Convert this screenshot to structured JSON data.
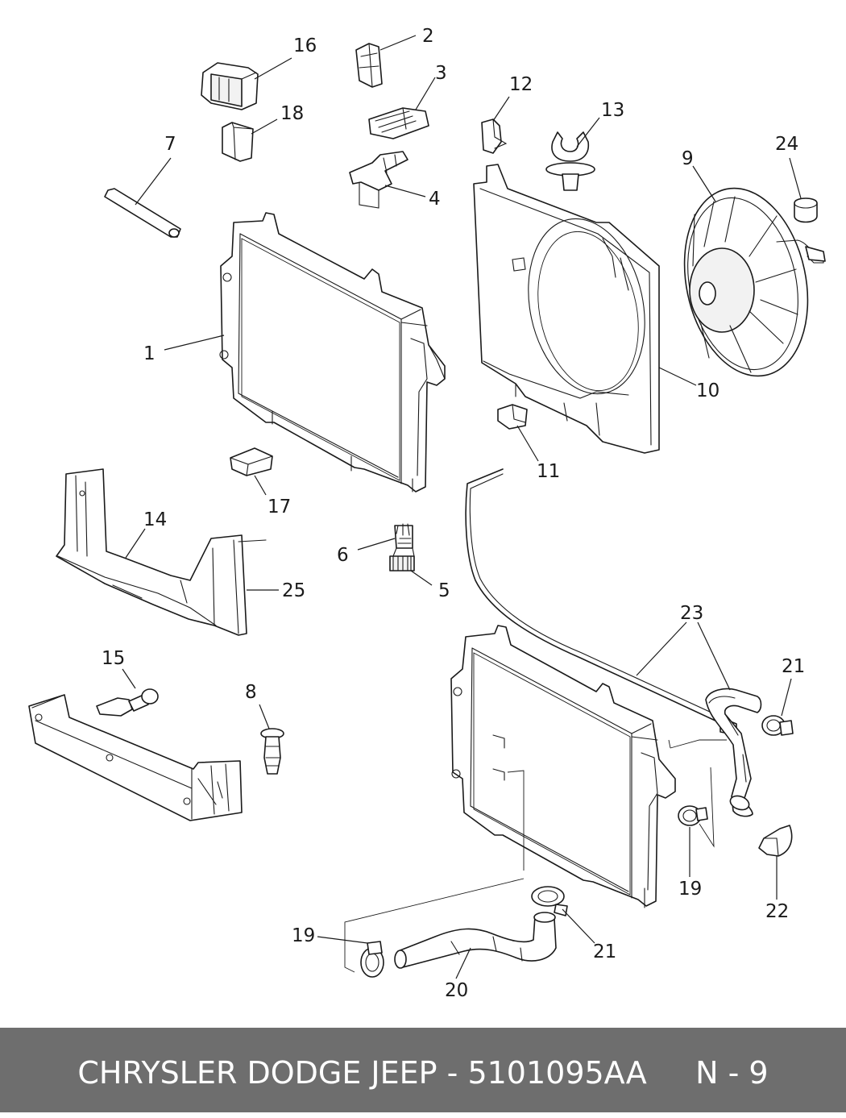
{
  "callouts": {
    "c1": "1",
    "c2": "2",
    "c3": "3",
    "c4": "4",
    "c5": "5",
    "c6": "6",
    "c7": "7",
    "c8": "8",
    "c9": "9",
    "c10": "10",
    "c11": "11",
    "c12": "12",
    "c13": "13",
    "c14": "14",
    "c15": "15",
    "c16": "16",
    "c17": "17",
    "c18": "18",
    "c19a": "19",
    "c19b": "19",
    "c20": "20",
    "c21a": "21",
    "c21b": "21",
    "c22": "22",
    "c23": "23",
    "c24": "24",
    "c25": "25"
  },
  "footer": {
    "text": "CHRYSLER DODGE JEEP - 5101095AA     N - 9"
  },
  "colors": {
    "footer_background": "#6e6e6e",
    "footer_text": "#ffffff",
    "line_art": "#1a1a1a",
    "background": "#ffffff"
  }
}
